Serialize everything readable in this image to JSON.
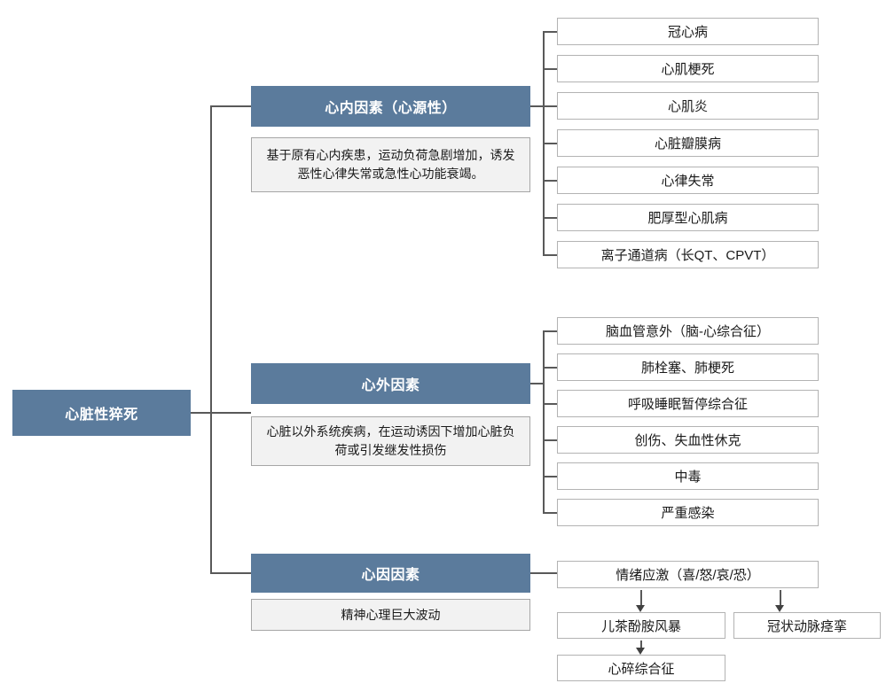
{
  "colors": {
    "branch_header_bg": "#5b7b9c",
    "description_bg": "#f2f2f2",
    "leaf_border": "#b3b3b3",
    "connector": "#595959"
  },
  "root": {
    "label": "心脏性猝死"
  },
  "branches": [
    {
      "title": "心内因素（心源性）",
      "description": "基于原有心内疾患，运动负荷急剧增加，诱发恶性心律失常或急性心功能衰竭。",
      "items": [
        "冠心病",
        "心肌梗死",
        "心肌炎",
        "心脏瓣膜病",
        "心律失常",
        "肥厚型心肌病",
        "离子通道病（长QT、CPVT）"
      ]
    },
    {
      "title": "心外因素",
      "description": "心脏以外系统疾病，在运动诱因下增加心脏负荷或引发继发性损伤",
      "items": [
        "脑血管意外（脑-心综合征）",
        "肺栓塞、肺梗死",
        "呼吸睡眠暂停综合征",
        "创伤、失血性休克",
        "中毒",
        "严重感染"
      ]
    },
    {
      "title": "心因因素",
      "description": "精神心理巨大波动",
      "items": [
        "情绪应激（喜/怒/哀/恐）"
      ],
      "subflow": {
        "left_chain": [
          "儿茶酚胺风暴",
          "心碎综合征"
        ],
        "right_node": "冠状动脉痉挛"
      }
    }
  ]
}
